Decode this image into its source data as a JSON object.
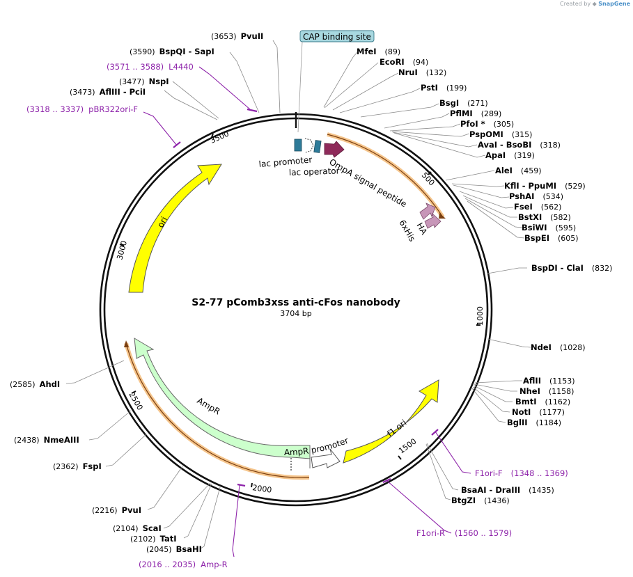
{
  "credit": {
    "prefix": "Created by",
    "brand": "SnapGene"
  },
  "plasmid": {
    "name": "S2-77 pComb3xss anti-cFos nanobody",
    "length_label": "3704 bp",
    "length": 3704
  },
  "colors": {
    "ori": "#ffff00",
    "ampr": "#ccffcc",
    "highlight": "#f5c58c",
    "lac": "#2e7b99",
    "ompa": "#8e2a5a",
    "tag": "#c796b8",
    "primer": "#8e24aa",
    "cap_box": "#a8d8e0"
  },
  "sites": [
    {
      "name": "PvuII",
      "pos": "(3653)"
    },
    {
      "name": "BspQI - SapI",
      "pos": "(3590)"
    },
    {
      "name": "NspI",
      "pos": "(3477)"
    },
    {
      "name": "AflIII - PciI",
      "pos": "(3473)"
    },
    {
      "name": "MfeI",
      "pos": "(89)"
    },
    {
      "name": "EcoRI",
      "pos": "(94)"
    },
    {
      "name": "NruI",
      "pos": "(132)"
    },
    {
      "name": "PstI",
      "pos": "(199)"
    },
    {
      "name": "BsgI",
      "pos": "(271)"
    },
    {
      "name": "PflMI",
      "pos": "(289)"
    },
    {
      "name": "PfoI *",
      "pos": "(305)"
    },
    {
      "name": "PspOMI",
      "pos": "(315)"
    },
    {
      "name": "AvaI - BsoBI",
      "pos": "(318)"
    },
    {
      "name": "ApaI",
      "pos": "(319)"
    },
    {
      "name": "AleI",
      "pos": "(459)"
    },
    {
      "name": "KflI - PpuMI",
      "pos": "(529)"
    },
    {
      "name": "PshAI",
      "pos": "(534)"
    },
    {
      "name": "FseI",
      "pos": "(562)"
    },
    {
      "name": "BstXI",
      "pos": "(582)"
    },
    {
      "name": "BsiWI",
      "pos": "(595)"
    },
    {
      "name": "BspEI",
      "pos": "(605)"
    },
    {
      "name": "BspDI - ClaI",
      "pos": "(832)"
    },
    {
      "name": "NdeI",
      "pos": "(1028)"
    },
    {
      "name": "AflII",
      "pos": "(1153)"
    },
    {
      "name": "NheI",
      "pos": "(1158)"
    },
    {
      "name": "BmtI",
      "pos": "(1162)"
    },
    {
      "name": "NotI",
      "pos": "(1177)"
    },
    {
      "name": "BglII",
      "pos": "(1184)"
    },
    {
      "name": "BsaAI - DraIII",
      "pos": "(1435)"
    },
    {
      "name": "BtgZI",
      "pos": "(1436)"
    },
    {
      "name": "AhdI",
      "pos": "(2585)"
    },
    {
      "name": "NmeAIII",
      "pos": "(2438)"
    },
    {
      "name": "FspI",
      "pos": "(2362)"
    },
    {
      "name": "PvuI",
      "pos": "(2216)"
    },
    {
      "name": "ScaI",
      "pos": "(2104)"
    },
    {
      "name": "TatI",
      "pos": "(2102)"
    },
    {
      "name": "BsaHI",
      "pos": "(2045)"
    }
  ],
  "primers": [
    {
      "name": "L4440",
      "range": "(3571 .. 3588)"
    },
    {
      "name": "pBR322ori-F",
      "range": "(3318 .. 3337)"
    },
    {
      "name": "F1ori-F",
      "range": "(1348 .. 1369)"
    },
    {
      "name": "F1ori-R",
      "range": "(1560 .. 1579)"
    },
    {
      "name": "Amp-R",
      "range": "(2016 .. 2035)"
    }
  ],
  "ticks": [
    "3500",
    "500",
    "1000",
    "1500",
    "2000",
    "2500",
    "3000"
  ],
  "features": {
    "cap": "CAP binding site",
    "lac_promoter": "lac promoter",
    "lac_operator": "lac operator",
    "ompa": "OmpA signal peptide",
    "ha": "HA",
    "his": "6xHis",
    "ori": "ori",
    "ampr": "AmpR",
    "ampr_promoter": "AmpR promoter",
    "f1ori": "f1 ori"
  }
}
